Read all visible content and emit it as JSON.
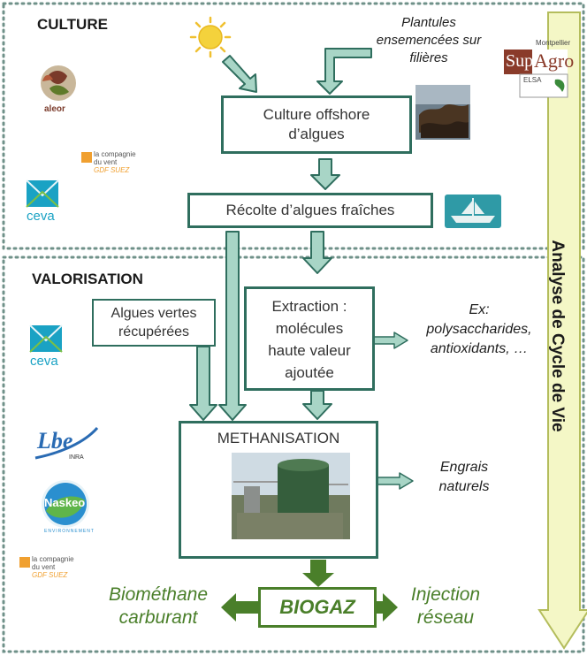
{
  "sections": {
    "culture_title": "CULTURE",
    "valorisation_title": "VALORISATION"
  },
  "boxes": {
    "culture_offshore_line1": "Culture offshore",
    "culture_offshore_line2": "d’algues",
    "recolte": "Récolte d’algues fraîches",
    "algues_vertes_line1": "Algues vertes",
    "algues_vertes_line2": "récupérées",
    "extraction_line1": "Extraction :",
    "extraction_line2": "molécules",
    "extraction_line3": "haute valeur",
    "extraction_line4": "ajoutée",
    "methanisation": "METHANISATION",
    "biogaz": "BIOGAZ"
  },
  "annotations": {
    "plantules_line1": "Plantules",
    "plantules_line2": "ensemencées sur",
    "plantules_line3": "filières",
    "ex_line1": "Ex:",
    "ex_line2": "polysaccharides,",
    "ex_line3": "antioxidants, …",
    "engrais_line1": "Engrais",
    "engrais_line2": "naturels",
    "biomethane_line1": "Biométhane",
    "biomethane_line2": "carburant",
    "injection_line1": "Injection",
    "injection_line2": "réseau"
  },
  "side_label": "Analyse de Cycle de Vie",
  "logos": {
    "aleor": "aleor",
    "compagnie_line1": "la compagnie",
    "compagnie_line2": "du vent",
    "compagnie_line3": "GDF SUEZ",
    "ceva": "ceva",
    "lbe": "Lbe",
    "inra": "INRA",
    "naskeo": "Naskeo",
    "naskeo_sub": "ENVIRONNEMENT",
    "montpellier": "Montpellier",
    "sup": "Sup",
    "agro": "Agro",
    "elsa": "ELSA"
  },
  "colors": {
    "arrow_fill": "#a8d5c6",
    "arrow_stroke": "#2f6e5e",
    "box_border": "#2f6e5e",
    "green_dark": "#4a7f2a",
    "acv_fill": "#f4f7c6",
    "acv_stroke": "#b4bd5c",
    "sun": "#f4d23c",
    "dotted": "#6f9189"
  },
  "icons": {
    "sun": "sun-icon",
    "boat": "boat-icon",
    "seedlings_photo": "seedlings-photo",
    "methaniser_photo": "methaniser-photo"
  }
}
